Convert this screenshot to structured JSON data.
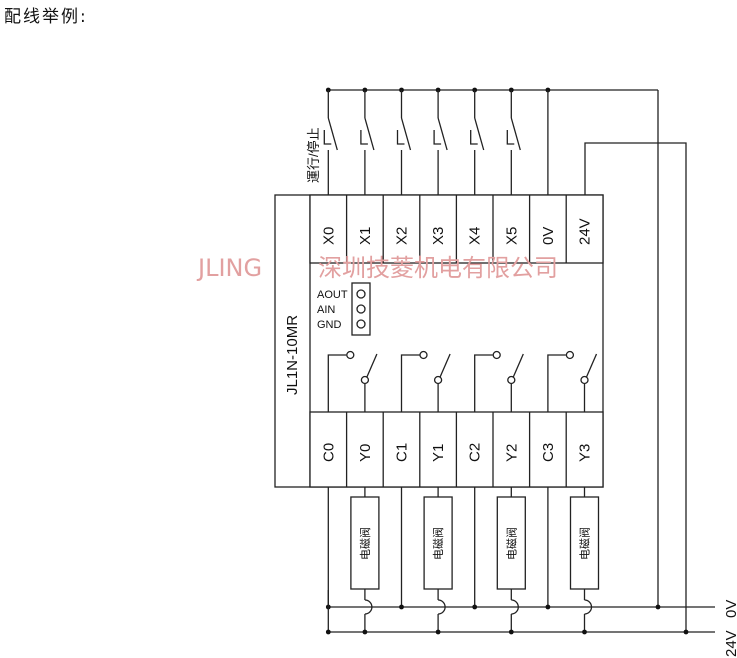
{
  "heading": "配线举例:",
  "switch_label": "運行/停止",
  "module_label": "JL1N-10MR",
  "input_terminals": [
    "X0",
    "X1",
    "X2",
    "X3",
    "X4",
    "X5",
    "0V",
    "24V"
  ],
  "output_terminals": [
    "C0",
    "Y0",
    "C1",
    "Y1",
    "C2",
    "Y2",
    "C3",
    "Y3"
  ],
  "analog_labels": [
    "AOUT",
    "AIN",
    "GND"
  ],
  "load_labels": [
    "电磁阀",
    "电磁阀",
    "电磁阀",
    "电磁阀"
  ],
  "bus_labels": {
    "upper": "0V",
    "upper_lower": "24V",
    "lower": "24V"
  },
  "watermark": {
    "brand": "JLING",
    "company": "深圳技菱机电有限公司"
  },
  "colors": {
    "line": "#222222",
    "watermark": "#e2a0a0"
  }
}
